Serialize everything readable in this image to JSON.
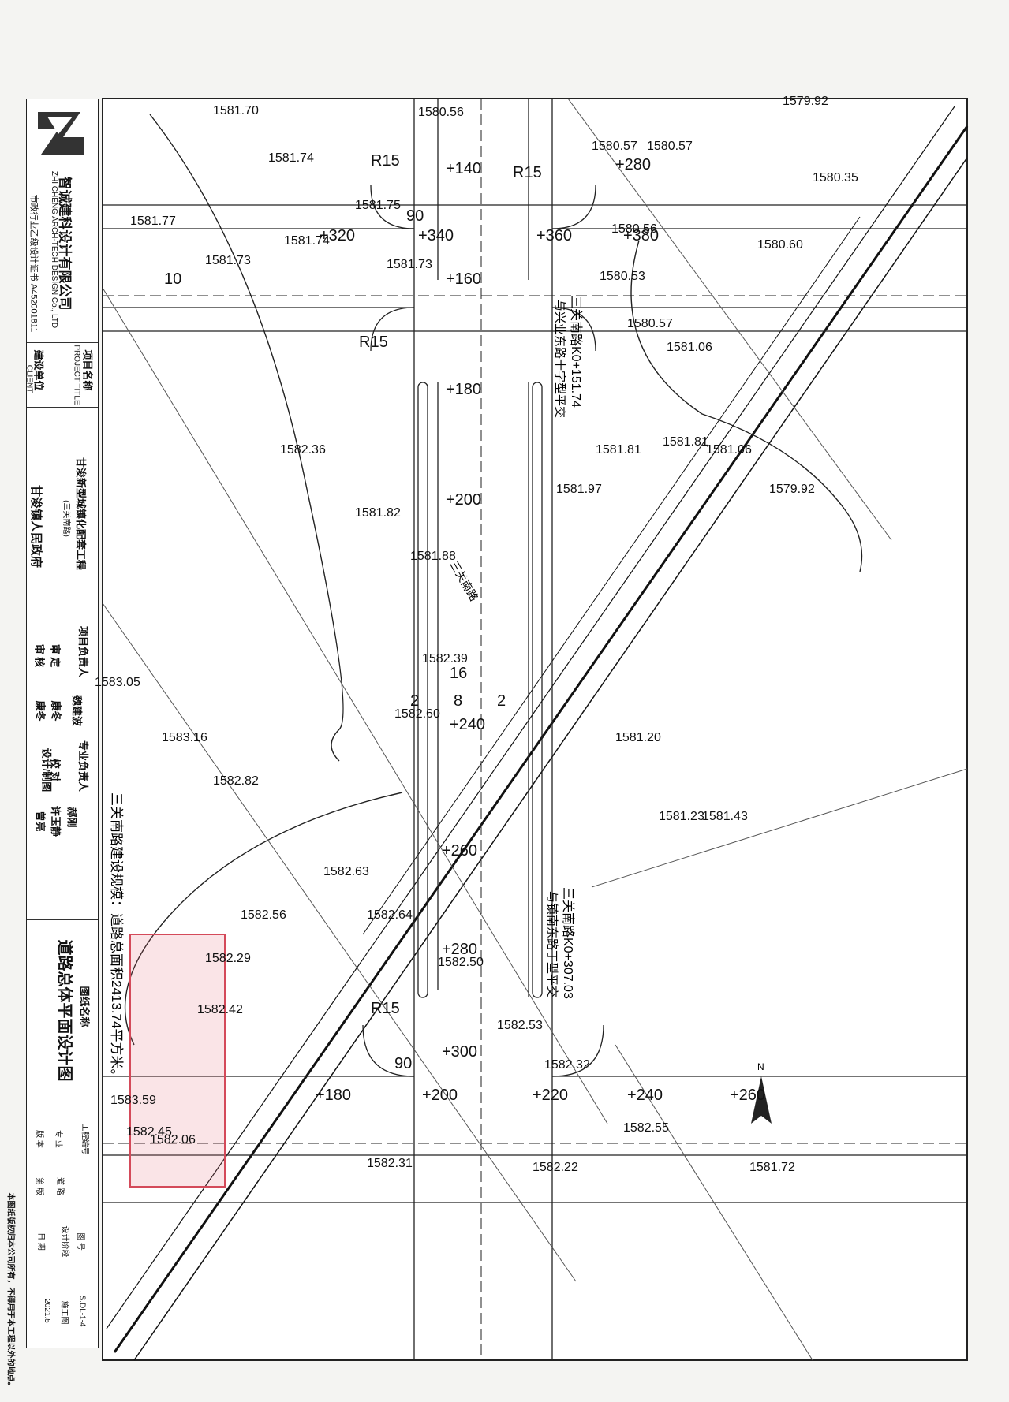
{
  "company": {
    "name_cn": "智诚建科设计有限公司",
    "name_en": "ZHI CHENG ARCH-TECH DESIGN Co., LTD",
    "license": "市政行业乙级设计证书 A452001811"
  },
  "project": {
    "label_cn": "项目名称",
    "label_en": "PROJECT TITLE",
    "title": "甘浚新型城镇化配套工程",
    "subtitle": "(三关南路)"
  },
  "client": {
    "label_cn": "建设单位",
    "label_en": "CLIENT",
    "name": "甘浚镇人民政府"
  },
  "signatures": [
    {
      "role": "项目负责人",
      "name": "魏建波"
    },
    {
      "role": "审 定",
      "name": "康冬"
    },
    {
      "role": "审 核",
      "name": "康冬"
    },
    {
      "role": "专业负责人",
      "name": "郝刚"
    },
    {
      "role": "校 对",
      "name": "许玉静"
    },
    {
      "role": "设计/制图",
      "name": "曾亮"
    }
  ],
  "drawing_title_label": "图纸名称",
  "drawing_title": "道路总体平面设计图",
  "meta": [
    {
      "label": "工程编号",
      "value": ""
    },
    {
      "label": "图 号",
      "value": "S.DL-1-4"
    },
    {
      "label": "专 业",
      "value": "道 路"
    },
    {
      "label": "设计阶段",
      "value": "施工图"
    },
    {
      "label": "版 本",
      "value": "第 版"
    },
    {
      "label": "日 期",
      "value": "2021.5"
    }
  ],
  "footer_note": "本图纸版权归本公司所有，不得用于本工程以外的地点。",
  "annotations": {
    "scale_title": "三关南路建设规模：道路总面积2413.74平方米。",
    "intersection1_line1": "三关南路K0+151.74",
    "intersection1_line2": "与兴业东路十字型平交",
    "intersection2_line1": "三关南路K0+307.03",
    "intersection2_line2": "与镇南东路丁型平交",
    "road_name": "三关南路",
    "north": "N"
  },
  "stations": [
    "+140",
    "+160",
    "+180",
    "+200",
    "+240",
    "+260",
    "+280",
    "+300",
    "+320",
    "+340",
    "+360",
    "+380",
    "+280",
    "+200",
    "+220",
    "+240",
    "+260",
    "+180"
  ],
  "radii": [
    "R15",
    "R15",
    "R15",
    "R15",
    "90",
    "90"
  ],
  "widths": [
    "10",
    "16",
    "8",
    "2",
    "2"
  ],
  "elevations": [
    "1581.70",
    "1580.56",
    "1579.92",
    "1581.74",
    "1580.57",
    "1580.57",
    "1580.35",
    "1581.77",
    "1581.75",
    "1581.74",
    "1581.73",
    "1581.73",
    "1580.56",
    "1580.60",
    "1580.53",
    "1580.57",
    "1581.06",
    "1581.81",
    "1582.36",
    "1581.81",
    "1581.06",
    "1579.92",
    "1581.82",
    "1581.97",
    "1581.88",
    "1582.39",
    "1583.05",
    "1582.60",
    "1583.16",
    "1581.20",
    "1582.82",
    "1581.23",
    "1581.43",
    "1582.63",
    "1582.56",
    "1582.64",
    "1582.29",
    "1582.50",
    "1582.42",
    "1582.53",
    "1582.32",
    "1583.59",
    "1582.45",
    "1582.06",
    "1582.31",
    "1582.22",
    "1582.55",
    "1581.72"
  ]
}
